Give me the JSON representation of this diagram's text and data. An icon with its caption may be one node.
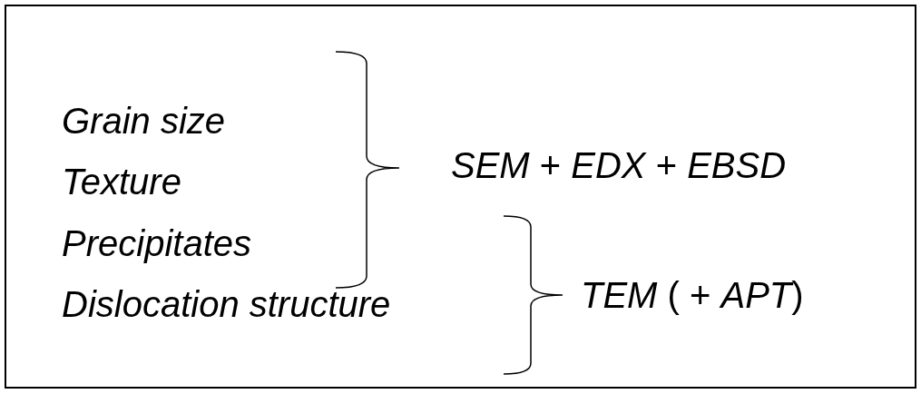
{
  "diagram": {
    "labels": [
      "Grain size",
      "Texture",
      "Precipitates",
      "Dislocation structure",
      "*SEM* + *EDX* + *EBSD*",
      "*TEM* ( + *APT*)"
    ]
  }
}
